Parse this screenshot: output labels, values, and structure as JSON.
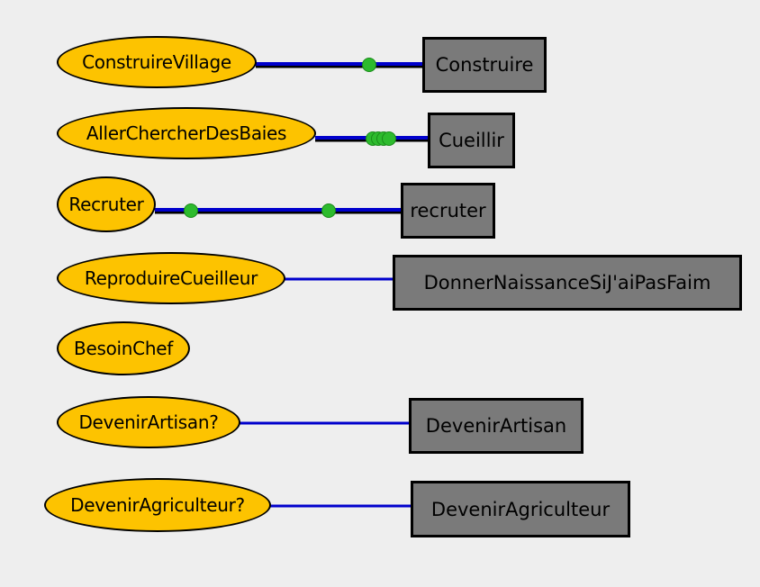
{
  "diagram": {
    "colors": {
      "background": "#eeeeee",
      "goal_fill": "#fdc300",
      "action_fill": "#7a7a7a",
      "link": "#0000cc",
      "token": "#2dbb2d"
    },
    "rows": [
      {
        "goal": "ConstruireVillage",
        "action": "Construire",
        "linked": true,
        "active": true,
        "tokens": 1
      },
      {
        "goal": "AllerChercherDesBaies",
        "action": "Cueillir",
        "linked": true,
        "active": true,
        "tokens": 4
      },
      {
        "goal": "Recruter",
        "action": "recruter",
        "linked": true,
        "active": true,
        "tokens": 2
      },
      {
        "goal": "ReproduireCueilleur",
        "action": "DonnerNaissanceSiJ'aiPasFaim",
        "linked": true,
        "active": false,
        "tokens": 0
      },
      {
        "goal": "BesoinChef",
        "action": "",
        "linked": false,
        "active": false,
        "tokens": 0
      },
      {
        "goal": "DevenirArtisan?",
        "action": "DevenirArtisan",
        "linked": true,
        "active": false,
        "tokens": 0
      },
      {
        "goal": "DevenirAgriculteur?",
        "action": "DevenirAgriculteur",
        "linked": true,
        "active": false,
        "tokens": 0
      }
    ]
  }
}
